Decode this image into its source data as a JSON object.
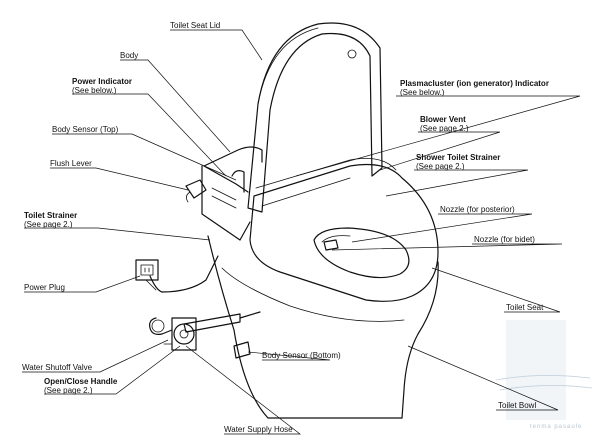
{
  "labels": {
    "toilet_seat_lid": "Toilet Seat Lid",
    "body": "Body",
    "power_indicator": "Power Indicator",
    "power_indicator_note": "(See below.)",
    "body_sensor_top": "Body Sensor (Top)",
    "flush_lever": "Flush Lever",
    "toilet_strainer": "Toilet Strainer",
    "toilet_strainer_note": "(See page 2.)",
    "power_plug": "Power Plug",
    "water_shutoff_valve": "Water Shutoff Valve",
    "open_close_handle": "Open/Close Handle",
    "open_close_handle_note": "(See page 2.)",
    "water_supply_hose": "Water Supply Hose",
    "body_sensor_bottom": "Body Sensor (Bottom)",
    "plasmacluster_indicator": "Plasmacluster (ion generator) Indicator",
    "plasmacluster_note": "(See below.)",
    "blower_vent": "Blower Vent",
    "blower_vent_note": "(See page 2.)",
    "shower_toilet_strainer": "Shower Toilet Strainer",
    "shower_toilet_strainer_note": "(See page 2.)",
    "nozzle_posterior": "Nozzle (for posterior)",
    "nozzle_bidet": "Nozzle (for bidet)",
    "toilet_seat": "Toilet Seat",
    "toilet_bowl": "Toilet Bowl"
  },
  "watermark": "tenma pasaule",
  "colors": {
    "ink": "#111111",
    "watermark": "#b8c6d2"
  }
}
